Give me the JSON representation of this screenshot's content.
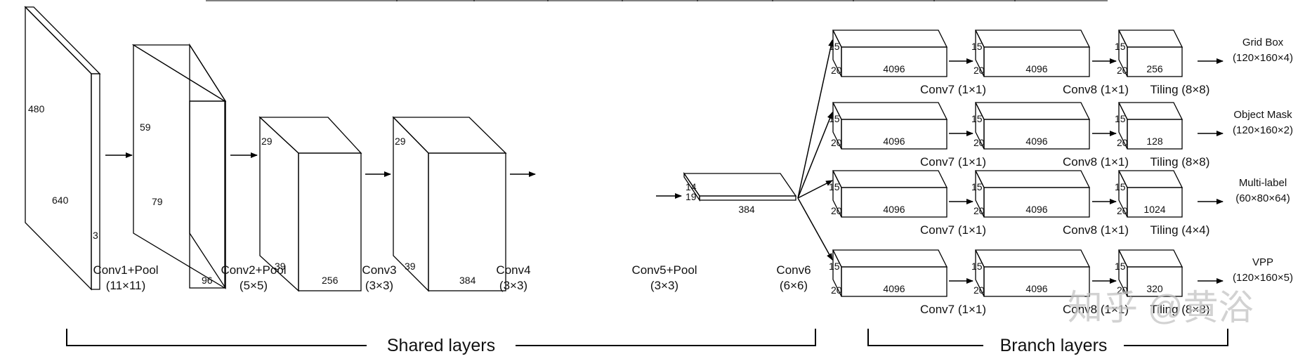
{
  "shared_layers": [
    {
      "name": "Conv1+Pool",
      "kernel": "(11×11)",
      "dims": [
        "480",
        "640",
        "3"
      ]
    },
    {
      "name": "Conv2+Pool",
      "kernel": "(5×5)",
      "dims": [
        "59",
        "79",
        "96"
      ]
    },
    {
      "name": "Conv3",
      "kernel": "(3×3)",
      "dims": [
        "29",
        "39",
        "256"
      ]
    },
    {
      "name": "Conv4",
      "kernel": "(3×3)",
      "dims": [
        "29",
        "39",
        "384"
      ]
    },
    {
      "name": "Conv5+Pool",
      "kernel": "(3×3)",
      "dims": [
        "14",
        "19",
        "384"
      ]
    },
    {
      "name": "Conv6",
      "kernel": "(6×6)"
    }
  ],
  "conv7": {
    "label": "Conv7 (1×1)",
    "dims": [
      "15",
      "20",
      "4096"
    ]
  },
  "branches": [
    {
      "conv8": {
        "label": "Conv8 (1×1)",
        "dims": [
          "15",
          "20",
          "4096"
        ]
      },
      "tiling": {
        "label": "Tiling (8×8)",
        "dims": [
          "15",
          "20",
          "256"
        ]
      },
      "output": {
        "name": "Grid Box",
        "size": "(120×160×4)"
      }
    },
    {
      "conv8": {
        "label": "Conv8 (1×1)",
        "dims": [
          "15",
          "20",
          "4096"
        ]
      },
      "tiling": {
        "label": "Tiling (8×8)",
        "dims": [
          "15",
          "20",
          "128"
        ]
      },
      "output": {
        "name": "Object Mask",
        "size": "(120×160×2)"
      }
    },
    {
      "conv8": {
        "label": "Conv8 (1×1)",
        "dims": [
          "15",
          "20",
          "4096"
        ]
      },
      "tiling": {
        "label": "Tiling (4×4)",
        "dims": [
          "15",
          "20",
          "1024"
        ]
      },
      "output": {
        "name": "Multi-label",
        "size": "(60×80×64)"
      }
    },
    {
      "conv8": {
        "label": "Conv8 (1×1)",
        "dims": [
          "15",
          "20",
          "4096"
        ]
      },
      "tiling": {
        "label": "Tiling (8×8)",
        "dims": [
          "15",
          "20",
          "320"
        ]
      },
      "output": {
        "name": "VPP",
        "size": "(120×160×5)"
      }
    }
  ],
  "groups": {
    "shared": "Shared layers",
    "branch": "Branch layers"
  },
  "watermark": "知乎 @黄浴"
}
